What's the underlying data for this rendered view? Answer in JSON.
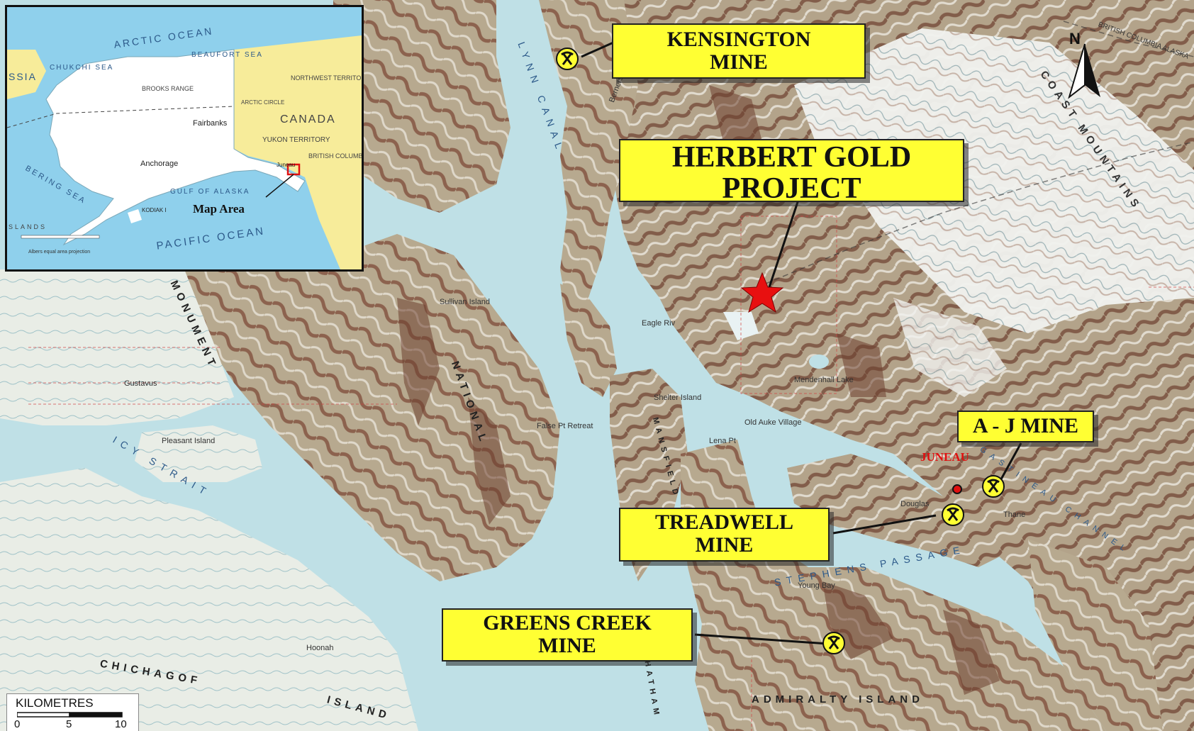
{
  "callouts": {
    "kensington": {
      "line1": "KENSINGTON",
      "line2": "MINE"
    },
    "herbert": {
      "line1": "HERBERT GOLD",
      "line2": "PROJECT"
    },
    "aj": {
      "line1": "A - J MINE"
    },
    "treadwell": {
      "line1": "TREADWELL",
      "line2": "MINE"
    },
    "greens_creek": {
      "line1": "GREENS CREEK",
      "line2": "MINE"
    }
  },
  "city": {
    "name": "JUNEAU"
  },
  "north_arrow": {
    "label": "N"
  },
  "scale": {
    "title": "KILOMETRES",
    "ticks": [
      "0",
      "5",
      "10"
    ]
  },
  "map_labels": {
    "lynn_canal": "LYNN CANAL",
    "monument": "MONUMENT",
    "national": "NATIONAL",
    "icy_strait": "ICY STRAIT",
    "chichagof": "CHICHAGOF",
    "island": "ISLAND",
    "admiralty_island": "ADMIRALTY ISLAND",
    "stephens_passage": "STEPHENS PASSAGE",
    "gastineau_channel": "GASTINEAU CHANNEL",
    "coast_mountains": "COAST MOUNTAINS",
    "mansfield": "MANSFIELD",
    "chatham": "CHATHAM",
    "pleasant_island": "Pleasant Island",
    "gustavus": "Gustavus",
    "hoonah": "Hoonah",
    "old_auke_village": "Old Auke Village",
    "lena_pt": "Lena Pt",
    "young_bay": "Young Bay",
    "douglas": "Douglas",
    "thane": "Thane",
    "mendenhall_lake": "Mendenhall Lake",
    "eagle_river": "Eagle Riv",
    "shelter_island": "Shelter Island",
    "sullivan_island": "Sullivan Island",
    "point_retreat": "False Pt Retreat",
    "berners": "Berners",
    "british_columbia_alaska": "BRITISH COLUMBIA ALASKA"
  },
  "inset": {
    "arctic_ocean": "ARCTIC OCEAN",
    "beaufort_sea": "BEAUFORT SEA",
    "chukchi_sea": "CHUKCHI SEA",
    "russia": "SSIA",
    "canada": "CANADA",
    "yukon": "YUKON TERRITORY",
    "nwt": "NORTHWEST TERRITORIES",
    "british_columbia": "BRITISH COLUMBIA",
    "bering_sea": "BERING SEA",
    "gulf_of_alaska": "GULF OF ALASKA",
    "pacific_ocean": "PACIFIC OCEAN",
    "brooks_range": "BROOKS RANGE",
    "arctic_circle": "ARCTIC CIRCLE",
    "fairbanks": "Fairbanks",
    "anchorage": "Anchorage",
    "kodiak": "KODIAK I",
    "juneau": "Juneau",
    "map_area": "Map Area",
    "projection": "Albers equal area projection",
    "islands": "SLANDS"
  },
  "colors": {
    "water": "#bfe0e6",
    "land": "#a9b9a3",
    "relief_dark": "#7d4a38",
    "callout": "#ffff33",
    "star": "#e81010",
    "mine_icon": "#ffff33"
  }
}
